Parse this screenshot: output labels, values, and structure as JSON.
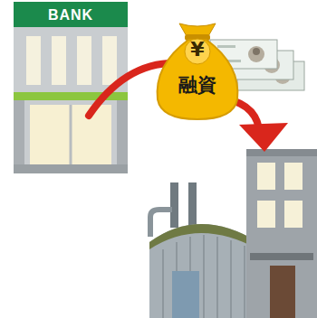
{
  "diagram": {
    "nodes": [
      {
        "text": [
          "BANK"
        ]
      },
      {
        "text": [
          "¥",
          "融資"
        ]
      }
    ]
  }
}
